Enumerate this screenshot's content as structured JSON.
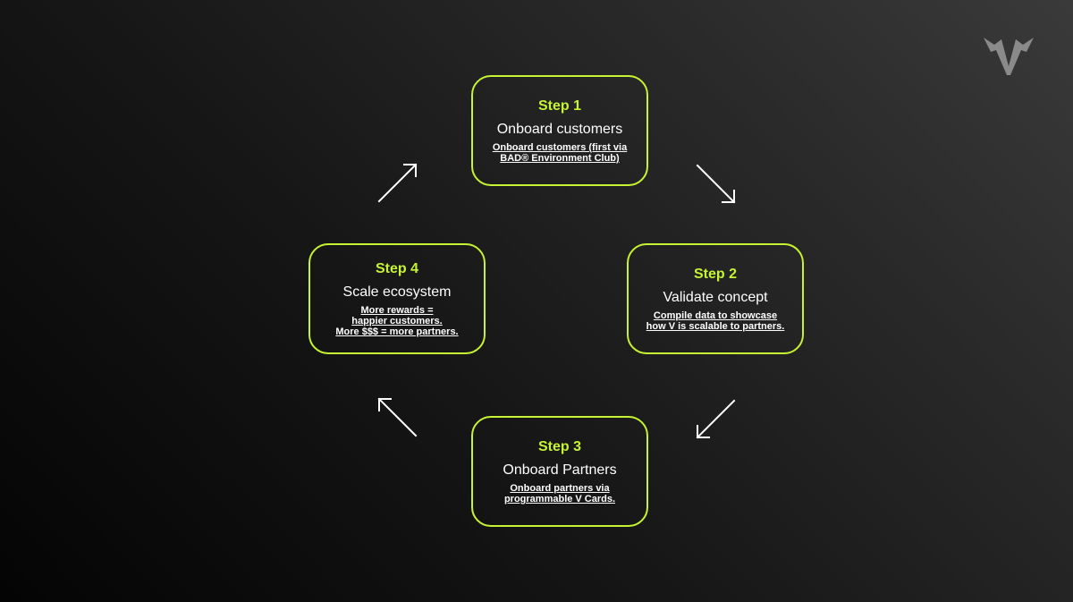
{
  "logo": {
    "icon": "v-logo-icon",
    "color": "#8a8a8a"
  },
  "accent_color": "#c6f432",
  "steps": [
    {
      "number": "Step 1",
      "title": "Onboard customers",
      "desc_lines": [
        "Onboard customers (first via",
        "BAD® Environment Club)"
      ]
    },
    {
      "number": "Step 2",
      "title": "Validate concept",
      "desc_lines": [
        "Compile data to showcase",
        "how V is scalable to partners."
      ]
    },
    {
      "number": "Step 3",
      "title": "Onboard Partners",
      "desc_lines": [
        "Onboard partners via",
        "programmable V Cards."
      ]
    },
    {
      "number": "Step 4",
      "title": "Scale ecosystem",
      "desc_lines": [
        "More rewards =",
        "happier customers.",
        "More $$$ = more partners."
      ]
    }
  ],
  "arrows": [
    {
      "name": "arrow-step1-to-step2",
      "icon": "arrow-down-right-icon"
    },
    {
      "name": "arrow-step2-to-step3",
      "icon": "arrow-down-left-icon"
    },
    {
      "name": "arrow-step3-to-step4",
      "icon": "arrow-up-left-icon"
    },
    {
      "name": "arrow-step4-to-step1",
      "icon": "arrow-up-right-icon"
    }
  ]
}
